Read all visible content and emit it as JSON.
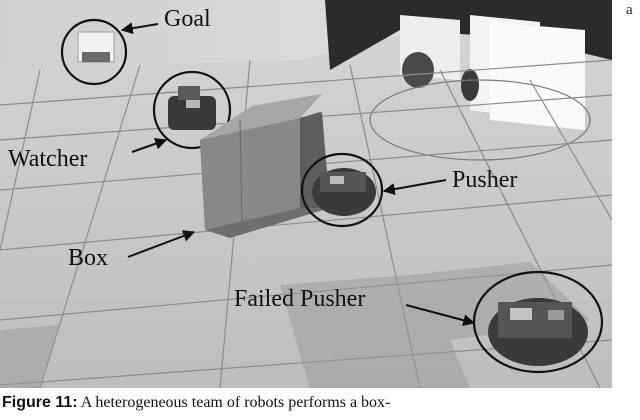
{
  "corner_letter": "a",
  "labels": {
    "goal": "Goal",
    "watcher": "Watcher",
    "pusher": "Pusher",
    "box": "Box",
    "failed_pusher": "Failed Pusher"
  },
  "caption": {
    "label": "Figure 11:",
    "text": " A heterogeneous team of robots performs a box-"
  }
}
